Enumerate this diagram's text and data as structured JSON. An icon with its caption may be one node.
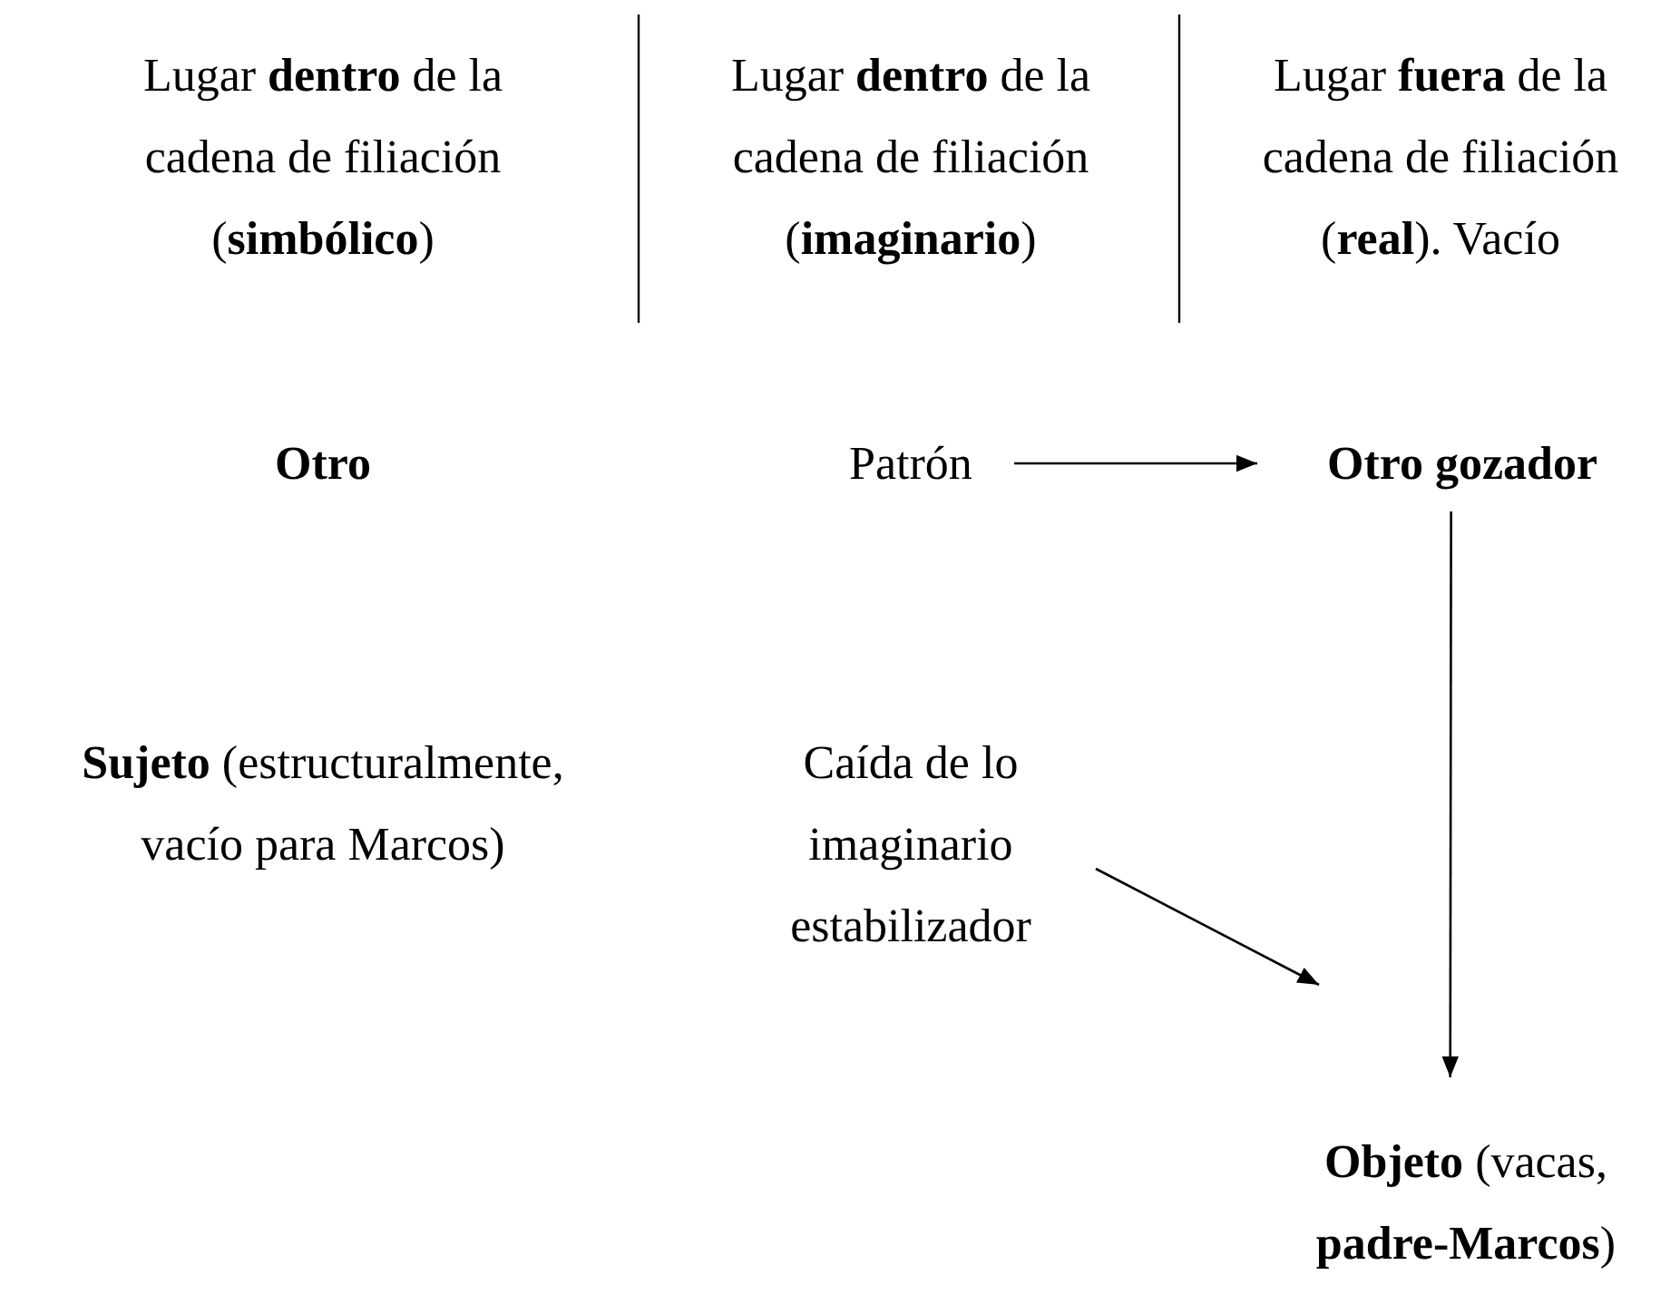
{
  "diagram": {
    "nodes": [
      {
        "text": [
          "Otro"
        ]
      },
      {
        "text": [
          "Patrón"
        ]
      },
      {
        "text": [
          "Otro gozador"
        ]
      },
      {
        "text": [
          "**Sujeto** (estructuralmente, vacío para Marcos)"
        ]
      },
      {
        "text": [
          "Caída de lo imaginario estabilizador"
        ]
      },
      {
        "text": [
          "**Objeto** (vacas, **padre-Marcos**)"
        ]
      }
    ],
    "edges": [
      {
        "from": 1,
        "to": 2,
        "arrow": "to"
      },
      {
        "from": 2,
        "to": 5,
        "arrow": "to"
      },
      {
        "from": 4,
        "to": null,
        "arrow": "to"
      }
    ],
    "labels": [
      "Lugar **dentro** de la cadena de filiación (**simbólico**)",
      "Lugar **dentro** de la cadena de filiación (**imaginario**)",
      "Lugar **fuera** de la cadena de filiación (**real**). Vacío"
    ]
  }
}
